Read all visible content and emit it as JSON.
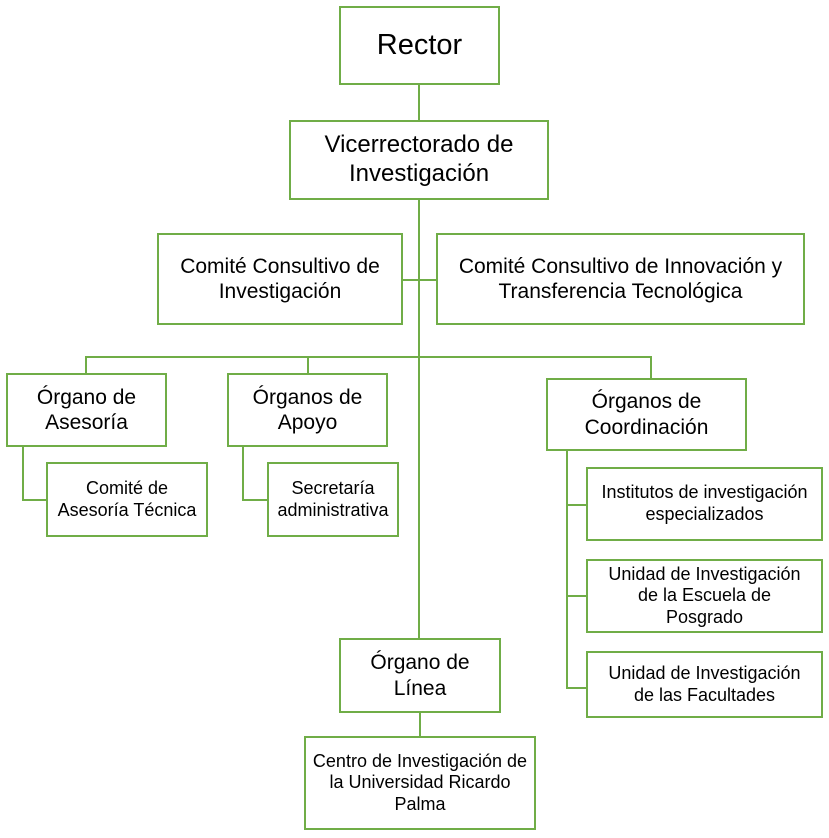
{
  "colors": {
    "border": "#70ad47",
    "line": "#70ad47",
    "text": "#000000"
  },
  "nodes": {
    "rector": "Rector",
    "vicerrectorado": "Vicerrectorado de Investigación",
    "comite_investigacion": "Comité Consultivo de Investigación",
    "comite_innovacion": "Comité Consultivo de Innovación y Transferencia Tecnológica",
    "organo_asesoria": "Órgano de Asesoría",
    "organos_apoyo": "Órganos de Apoyo",
    "organos_coordinacion": "Órganos de Coordinación",
    "comite_asesoria_tecnica": "Comité de Asesoría Técnica",
    "secretaria_administrativa": "Secretaría administrativa",
    "institutos": "Institutos de investigación especializados",
    "unidad_posgrado": "Unidad de Investigación de la Escuela de Posgrado",
    "unidad_facultades": "Unidad de Investigación de las Facultades",
    "organo_linea": "Órgano de Línea",
    "centro_investigacion": "Centro de Investigación de la Universidad Ricardo Palma"
  }
}
